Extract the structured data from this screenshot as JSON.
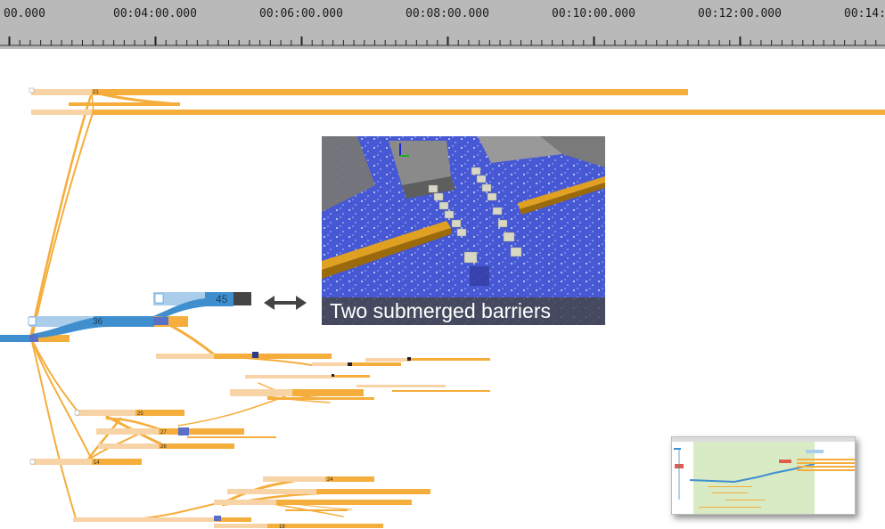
{
  "timeline": {
    "ticks": [
      "00.000",
      "00:04:00.000",
      "00:06:00.000",
      "00:08:00.000",
      "00:10:00.000",
      "00:12:00.000",
      "00:14:"
    ]
  },
  "branches": {
    "top_label": "21",
    "label_36": "36",
    "label_45": "45",
    "label_25": "25",
    "label_27": "27",
    "label_26": "26",
    "label_14": "14",
    "label_24": "24",
    "label_18": "18"
  },
  "preview": {
    "caption": "Two submerged barriers"
  },
  "colors": {
    "timeline_bg": "#b9b9b9",
    "branch_orange": "#f5ad3c",
    "branch_orange_light": "#f8d3a5",
    "selected_blue": "#3f8fcf",
    "selected_blue_light": "#a9cdea",
    "preview_water": "#4a5bd8",
    "minimap_green": "#d9ebc4"
  },
  "icons": [
    "double-arrow-icon",
    "thumbnail-icon"
  ]
}
